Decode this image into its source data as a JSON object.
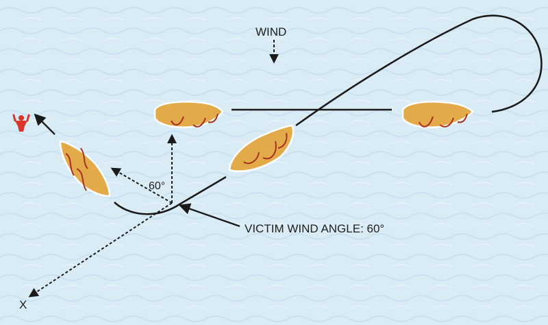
{
  "diagram": {
    "wind_label": "WIND",
    "angle_label": "60°",
    "callout_label": "VICTIM WIND ANGLE: 60°",
    "x_mark": "X"
  },
  "colors": {
    "water": "#d9ecf6",
    "water_ripple": "#c5dff0",
    "hull": "#e3aa4a",
    "hull_edge": "#ffffff",
    "sail_line": "#a7301f",
    "track": "#1a1a1a",
    "victim": "#d8362a"
  },
  "icons": {
    "victim": "person-in-water-icon",
    "wind_arrow": "arrow-down-dashed-icon"
  }
}
